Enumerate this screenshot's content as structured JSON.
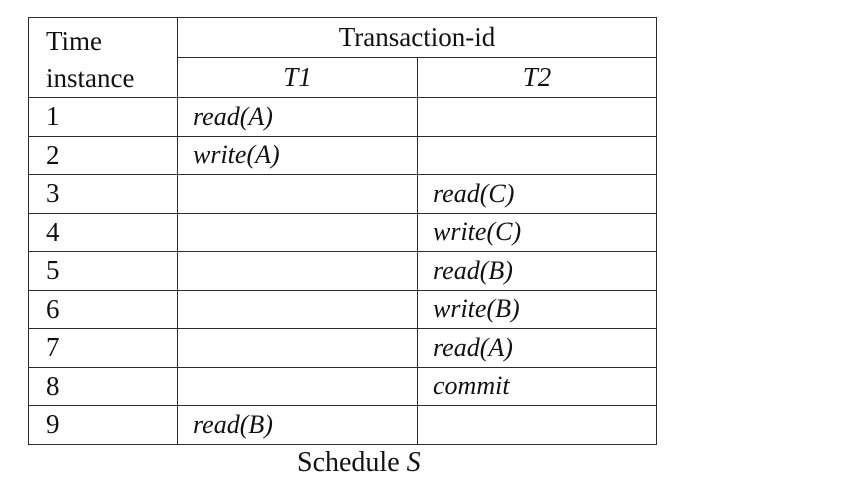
{
  "table": {
    "time_header_line1": "Time",
    "time_header_line2": "instance",
    "group_header": "Transaction-id",
    "columns": [
      "T1",
      "T2"
    ],
    "rows": [
      {
        "time": "1",
        "t1": "read(A)",
        "t2": ""
      },
      {
        "time": "2",
        "t1": "write(A)",
        "t2": ""
      },
      {
        "time": "3",
        "t1": "",
        "t2": "read(C)"
      },
      {
        "time": "4",
        "t1": "",
        "t2": "write(C)"
      },
      {
        "time": "5",
        "t1": "",
        "t2": "read(B)"
      },
      {
        "time": "6",
        "t1": "",
        "t2": "write(B)"
      },
      {
        "time": "7",
        "t1": "",
        "t2": "read(A)"
      },
      {
        "time": "8",
        "t1": "",
        "t2": "commit"
      },
      {
        "time": "9",
        "t1": "read(B)",
        "t2": ""
      }
    ]
  },
  "caption": {
    "text": "Schedule ",
    "variable": "S"
  }
}
